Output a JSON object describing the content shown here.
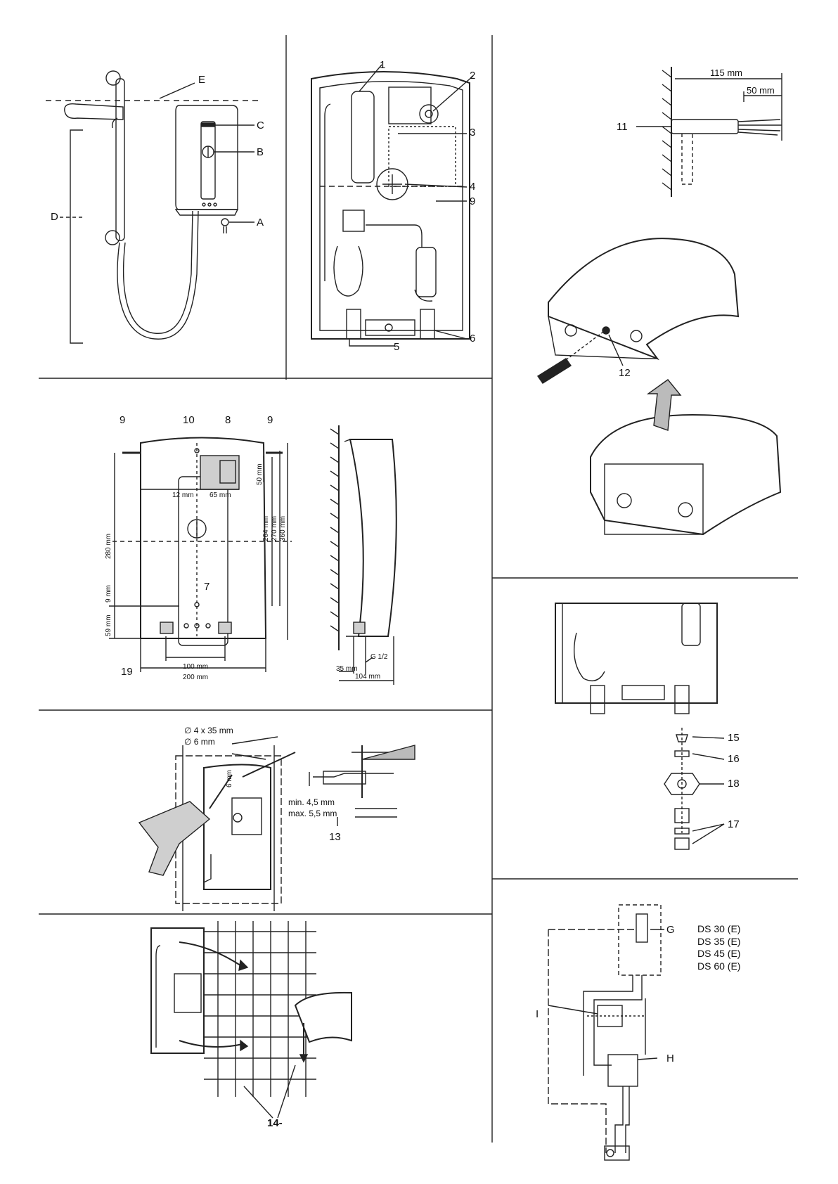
{
  "labels": {
    "A": "A",
    "B": "B",
    "C": "C",
    "D": "D",
    "E": "E",
    "n1": "1",
    "n2": "2",
    "n3": "3",
    "n4": "4",
    "n5": "5",
    "n6": "6",
    "n7": "7",
    "n8": "8",
    "n9a": "9",
    "n9b": "9",
    "n9c": "9",
    "n10": "10",
    "n11": "11",
    "n12": "12",
    "n13": "13",
    "n14": "14-",
    "n15": "15",
    "n16": "16",
    "n17": "17",
    "n18": "18",
    "n19": "19",
    "G": "G",
    "H": "H",
    "I": "I"
  },
  "dimensions": {
    "d115": "115 mm",
    "d50top": "50 mm",
    "d12": "12 mm",
    "d65": "65 mm",
    "d280": "280 mm",
    "d264": "264 mm",
    "d270": "270 mm",
    "d360": "360 mm",
    "d50side": "50 mm",
    "d9": "9 mm",
    "d59": "59 mm",
    "d100": "100 mm",
    "d200": "200 mm",
    "d35": "35 mm",
    "d104": "104 mm",
    "g12": "G 1/2",
    "dia1": "∅  4 x 35 mm",
    "dia2": "∅  6 mm",
    "drill6": "6 mm",
    "minmax1": "min. 4,5 mm",
    "minmax2": "max. 5,5 mm"
  },
  "models": [
    "DS 30 (E)",
    "DS 35 (E)",
    "DS 45 (E)",
    "DS 60 (E)"
  ]
}
